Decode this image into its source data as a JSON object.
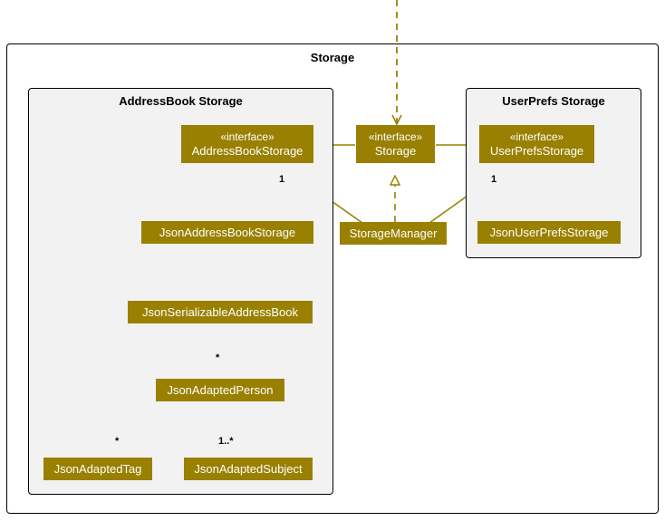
{
  "diagram": {
    "type": "uml-class-diagram",
    "accent_color": "#998000",
    "panel_fill": "#f2f2f2",
    "border_color": "#000000",
    "text_on_accent": "#ffffff"
  },
  "packages": [
    {
      "id": "storage",
      "label": "Storage",
      "shaded": false
    },
    {
      "id": "addressbook-storage",
      "label": "AddressBook Storage",
      "shaded": true
    },
    {
      "id": "userprefs-storage",
      "label": "UserPrefs Storage",
      "shaded": true
    }
  ],
  "classes": [
    {
      "id": "address-book-storage",
      "stereotype": "«interface»",
      "name": "AddressBookStorage"
    },
    {
      "id": "storage-interface",
      "stereotype": "«interface»",
      "name": "Storage"
    },
    {
      "id": "user-prefs-storage",
      "stereotype": "«interface»",
      "name": "UserPrefsStorage"
    },
    {
      "id": "json-address-book-storage",
      "stereotype": "",
      "name": "JsonAddressBookStorage"
    },
    {
      "id": "storage-manager",
      "stereotype": "",
      "name": "StorageManager"
    },
    {
      "id": "json-user-prefs-storage",
      "stereotype": "",
      "name": "JsonUserPrefsStorage"
    },
    {
      "id": "json-serializable-address-book",
      "stereotype": "",
      "name": "JsonSerializableAddressBook"
    },
    {
      "id": "json-adapted-person",
      "stereotype": "",
      "name": "JsonAdaptedPerson"
    },
    {
      "id": "json-adapted-tag",
      "stereotype": "",
      "name": "JsonAdaptedTag"
    },
    {
      "id": "json-adapted-subject",
      "stereotype": "",
      "name": "JsonAdaptedSubject"
    }
  ],
  "multiplicities": [
    {
      "id": "mult-addressbook",
      "label": "1"
    },
    {
      "id": "mult-userprefs",
      "label": "1"
    },
    {
      "id": "mult-person",
      "label": "*"
    },
    {
      "id": "mult-tag",
      "label": "*"
    },
    {
      "id": "mult-subject",
      "label": "1..*"
    }
  ]
}
